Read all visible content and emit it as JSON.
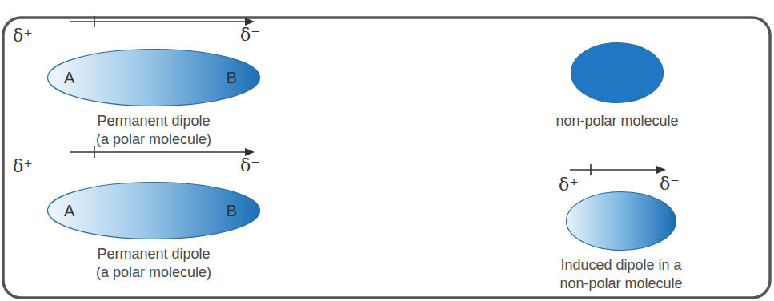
{
  "diagram": {
    "nodes": [
      {
        "text": [
          "A",
          "B",
          "Permanent dipole (a polar molecule)"
        ]
      },
      {
        "text": [
          "non-polar molecule"
        ]
      },
      {
        "text": [
          "A",
          "B",
          "Permanent dipole (a polar molecule)"
        ]
      },
      {
        "text": [
          "Induced dipole in a non-polar molecule"
        ]
      }
    ],
    "labels": [
      "δ⁺",
      "δ⁻",
      "δ⁺",
      "δ⁻",
      "δ⁺",
      "δ⁻"
    ]
  }
}
